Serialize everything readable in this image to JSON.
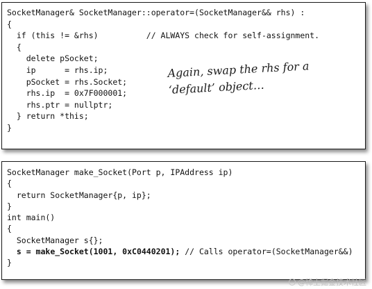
{
  "move_assignment_block": {
    "lines": [
      "SocketManager& SocketManager::operator=(SocketManager&& rhs) :",
      "{",
      "  if (this != &rhs)          // ALWAYS check for self-assignment.",
      "  {",
      "    delete pSocket;",
      "    ip      = rhs.ip;",
      "    pSocket = rhs.Socket;",
      "",
      "    rhs.ip  = 0x7F000001;",
      "    rhs.ptr = nullptr;",
      "",
      "  } return *this;",
      "}"
    ],
    "annotation": {
      "line1": "Again, swap the rhs for a",
      "line2": "‘default’ object…"
    }
  },
  "make_socket_block": {
    "lines": [
      "SocketManager make_Socket(Port p, IPAddress ip)",
      "{",
      "  return SocketManager{p, ip};",
      "}",
      "",
      "int main()",
      "{",
      "  SocketManager s{};",
      "  s = make_Socket(1001, 0xC0440201); // Calls operator=(SocketManager&&)",
      "}"
    ],
    "bold_part": "s = make_Socket(1001, 0xC0440201);",
    "rest_part": " // Calls operator=(SocketManager&&)"
  },
  "watermark": {
    "text": "@稀土掘金技术社区"
  }
}
